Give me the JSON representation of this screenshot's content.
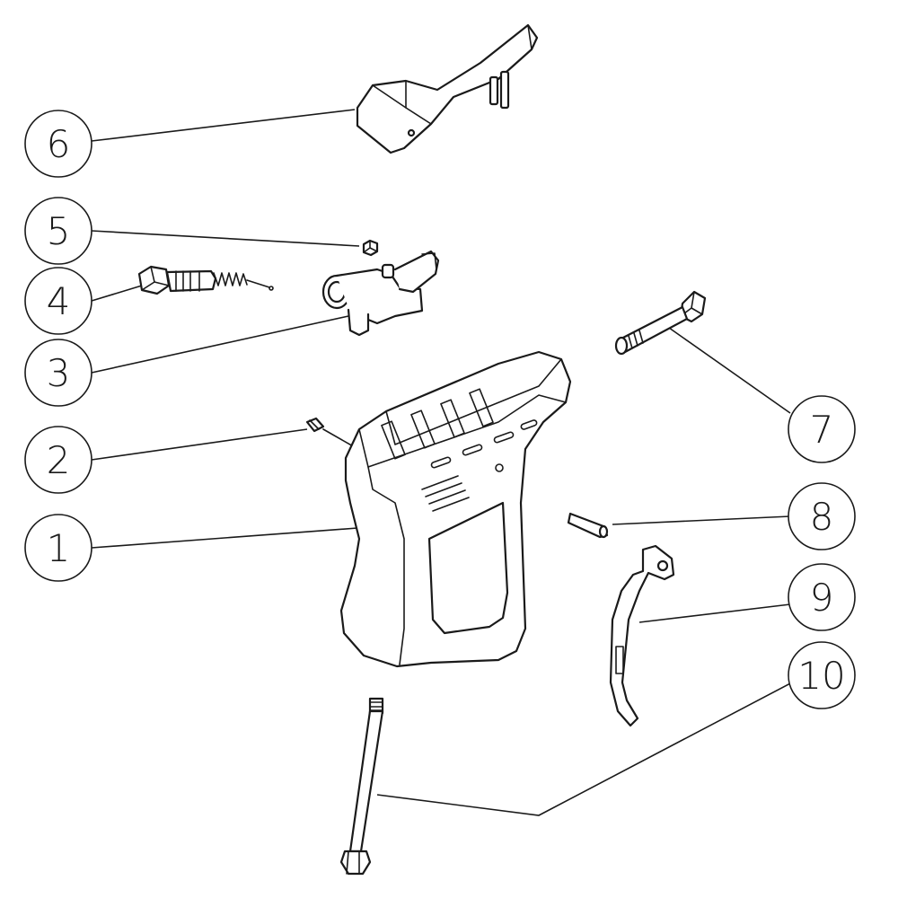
{
  "diagram": {
    "balloons": [
      {
        "id": "1",
        "label": "1"
      },
      {
        "id": "2",
        "label": "2"
      },
      {
        "id": "3",
        "label": "3"
      },
      {
        "id": "4",
        "label": "4"
      },
      {
        "id": "5",
        "label": "5"
      },
      {
        "id": "6",
        "label": "6"
      },
      {
        "id": "7",
        "label": "7"
      },
      {
        "id": "8",
        "label": "8"
      },
      {
        "id": "9",
        "label": "9"
      },
      {
        "id": "10",
        "label": "10"
      }
    ],
    "colors": {
      "line": "#1a1a1a",
      "background": "#ffffff"
    }
  }
}
